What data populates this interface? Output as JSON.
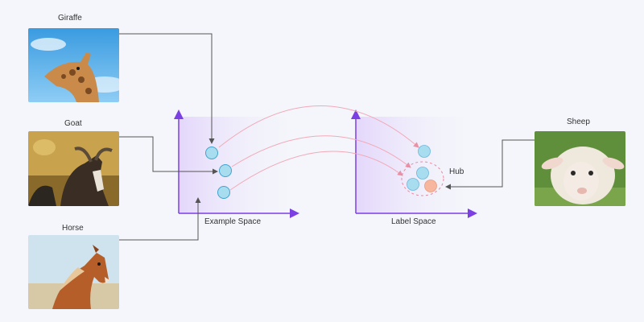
{
  "images": {
    "giraffe": {
      "label": "Giraffe"
    },
    "goat": {
      "label": "Goat"
    },
    "horse": {
      "label": "Horse"
    },
    "sheep": {
      "label": "Sheep"
    }
  },
  "spaces": {
    "example": {
      "label": "Example Space"
    },
    "label": {
      "label": "Label Space"
    }
  },
  "hub": {
    "label": "Hub"
  },
  "colors": {
    "axis": "#7b3fe4",
    "point_blue": "#a8dcef",
    "point_blue_stroke": "#3fa4cf",
    "point_orange": "#f7b79e",
    "arrow_pink": "#f2a9b8",
    "connector": "#555555"
  }
}
